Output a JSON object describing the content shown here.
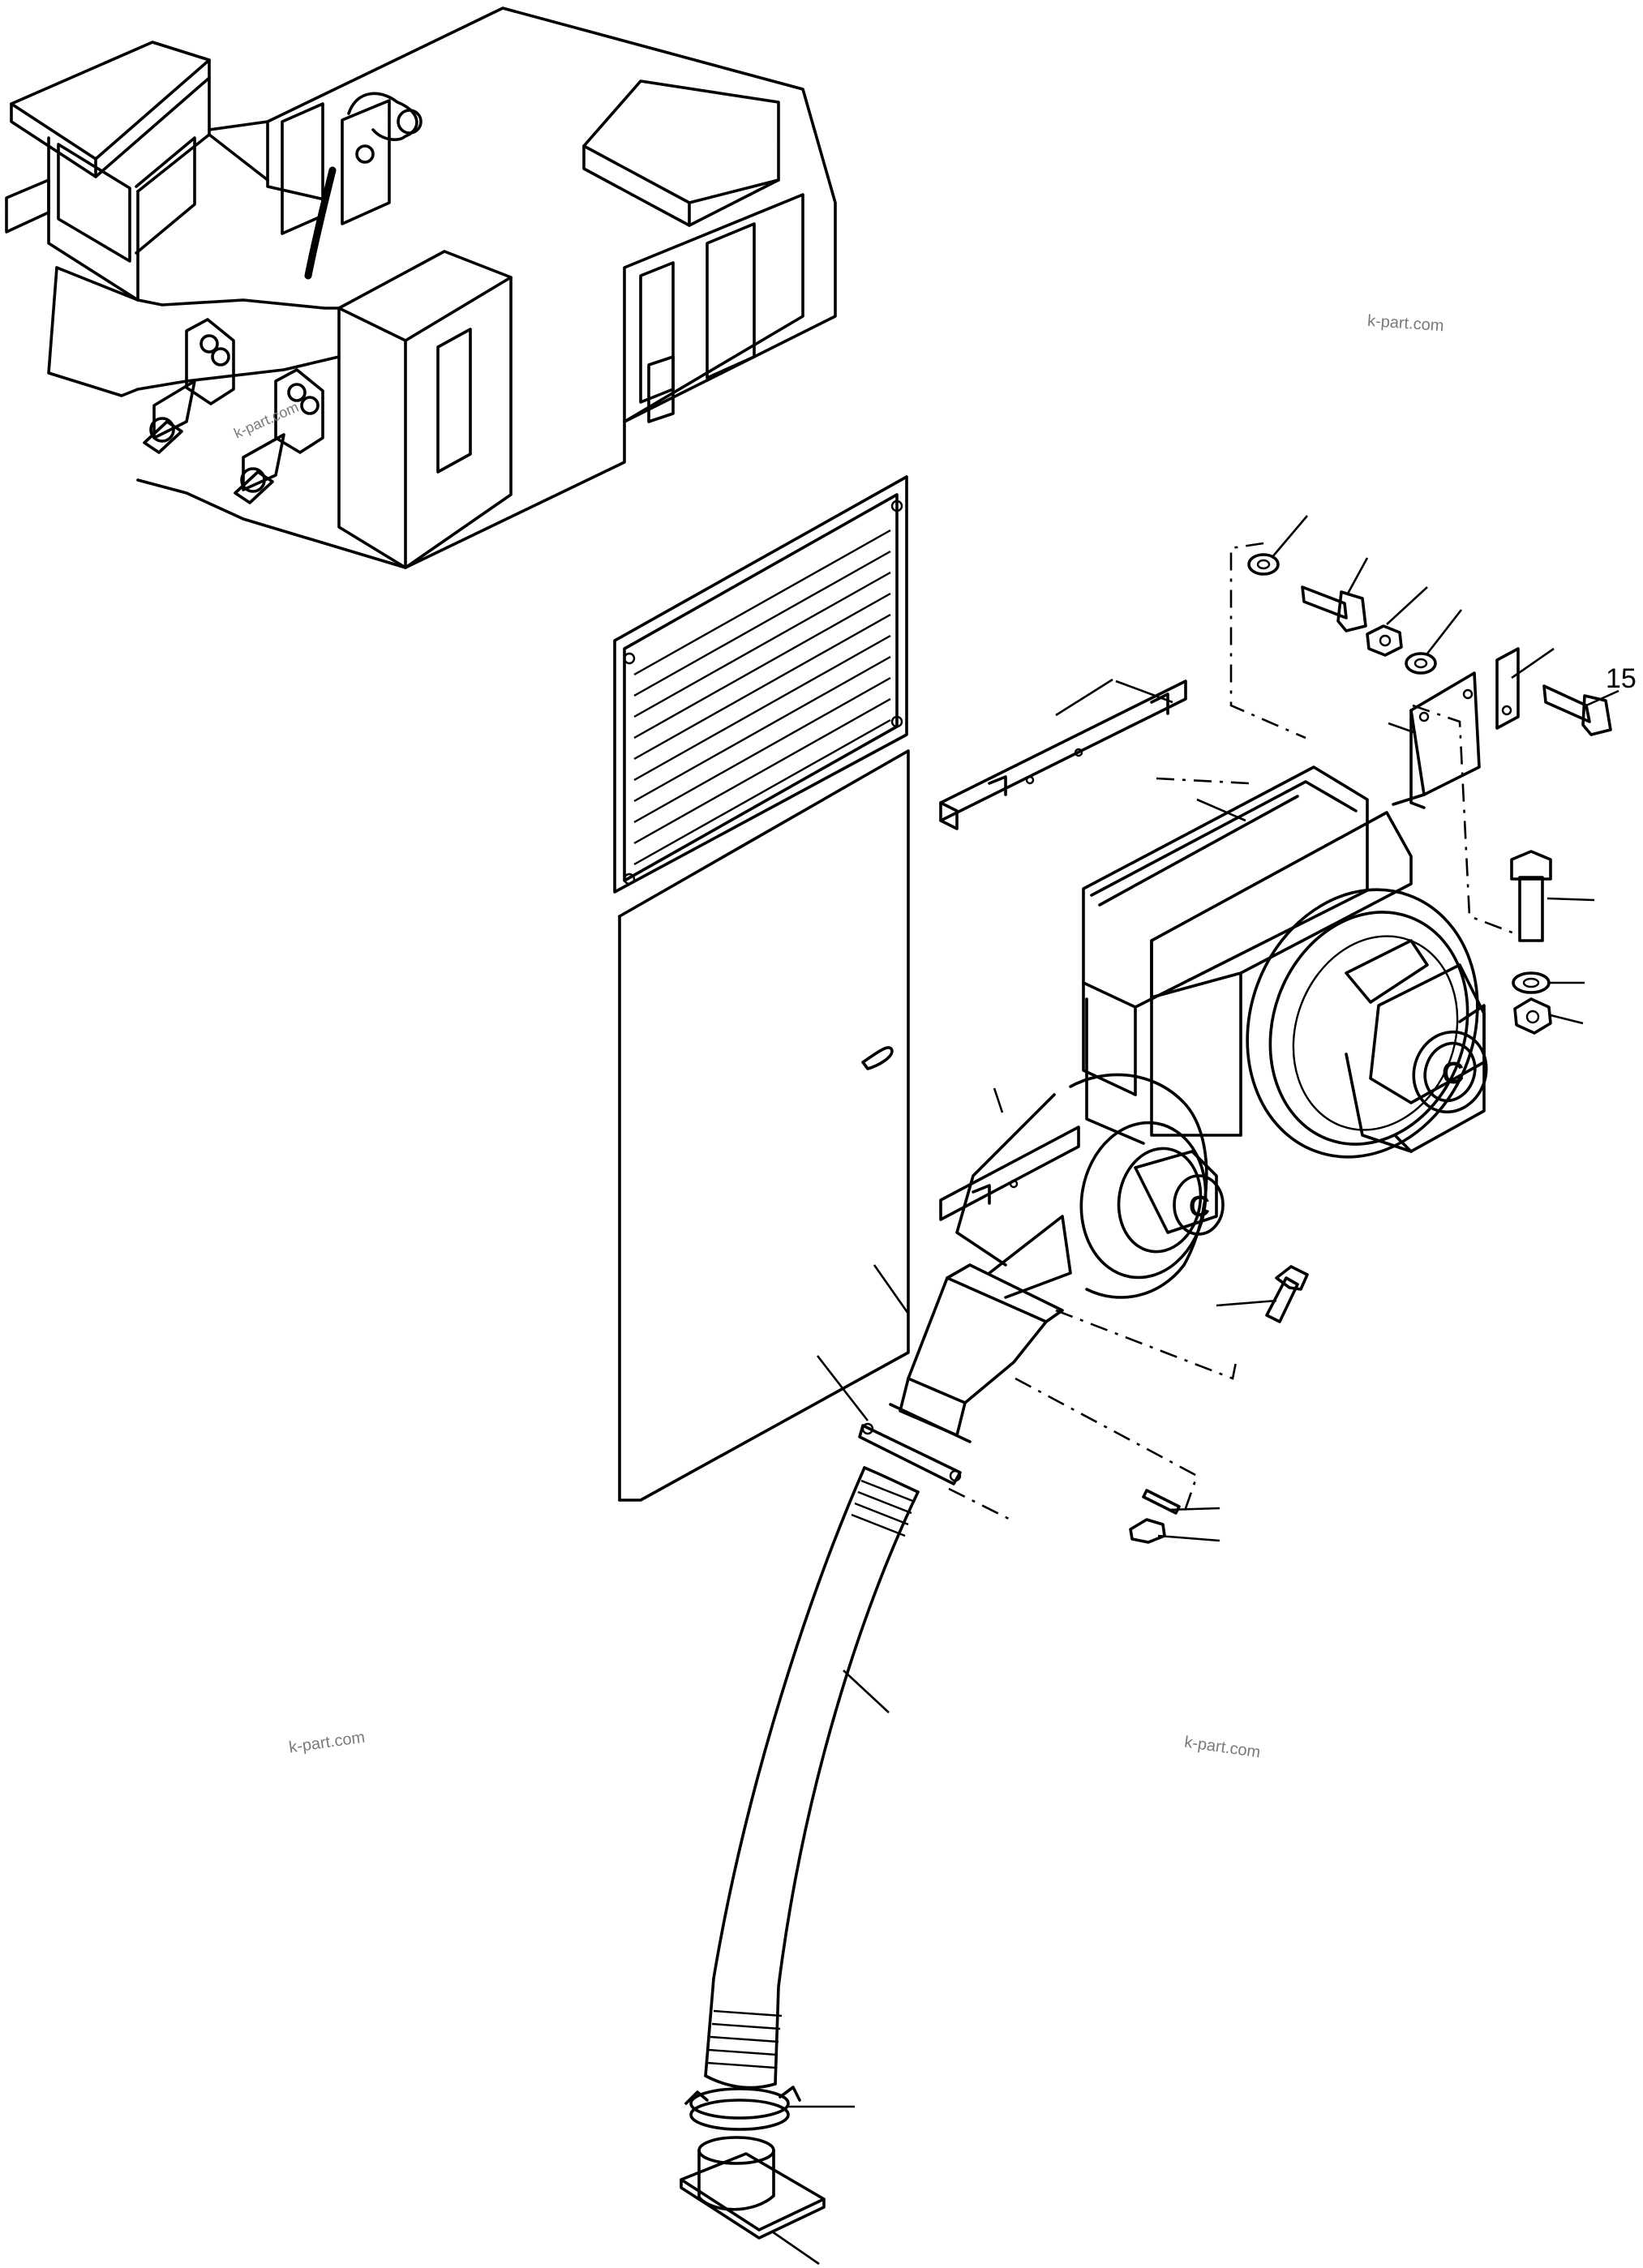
{
  "diagram": {
    "part_number_label": "15",
    "watermarks": [
      "k-part.com",
      "k-part.com",
      "k-part.com",
      "k-part.com"
    ]
  },
  "parts": [
    {
      "id": "machine-body-overview"
    },
    {
      "id": "louver-grille-panel"
    },
    {
      "id": "side-door-panel"
    },
    {
      "id": "heater-core-box"
    },
    {
      "id": "blower-motor-fan"
    },
    {
      "id": "mounting-bracket-plate"
    },
    {
      "id": "mounting-rail"
    },
    {
      "id": "duct-reducer"
    },
    {
      "id": "flexible-hose"
    },
    {
      "id": "hose-clamp"
    },
    {
      "id": "floor-outlet-plate"
    },
    {
      "id": "bolt"
    },
    {
      "id": "washer"
    },
    {
      "id": "nut"
    }
  ]
}
